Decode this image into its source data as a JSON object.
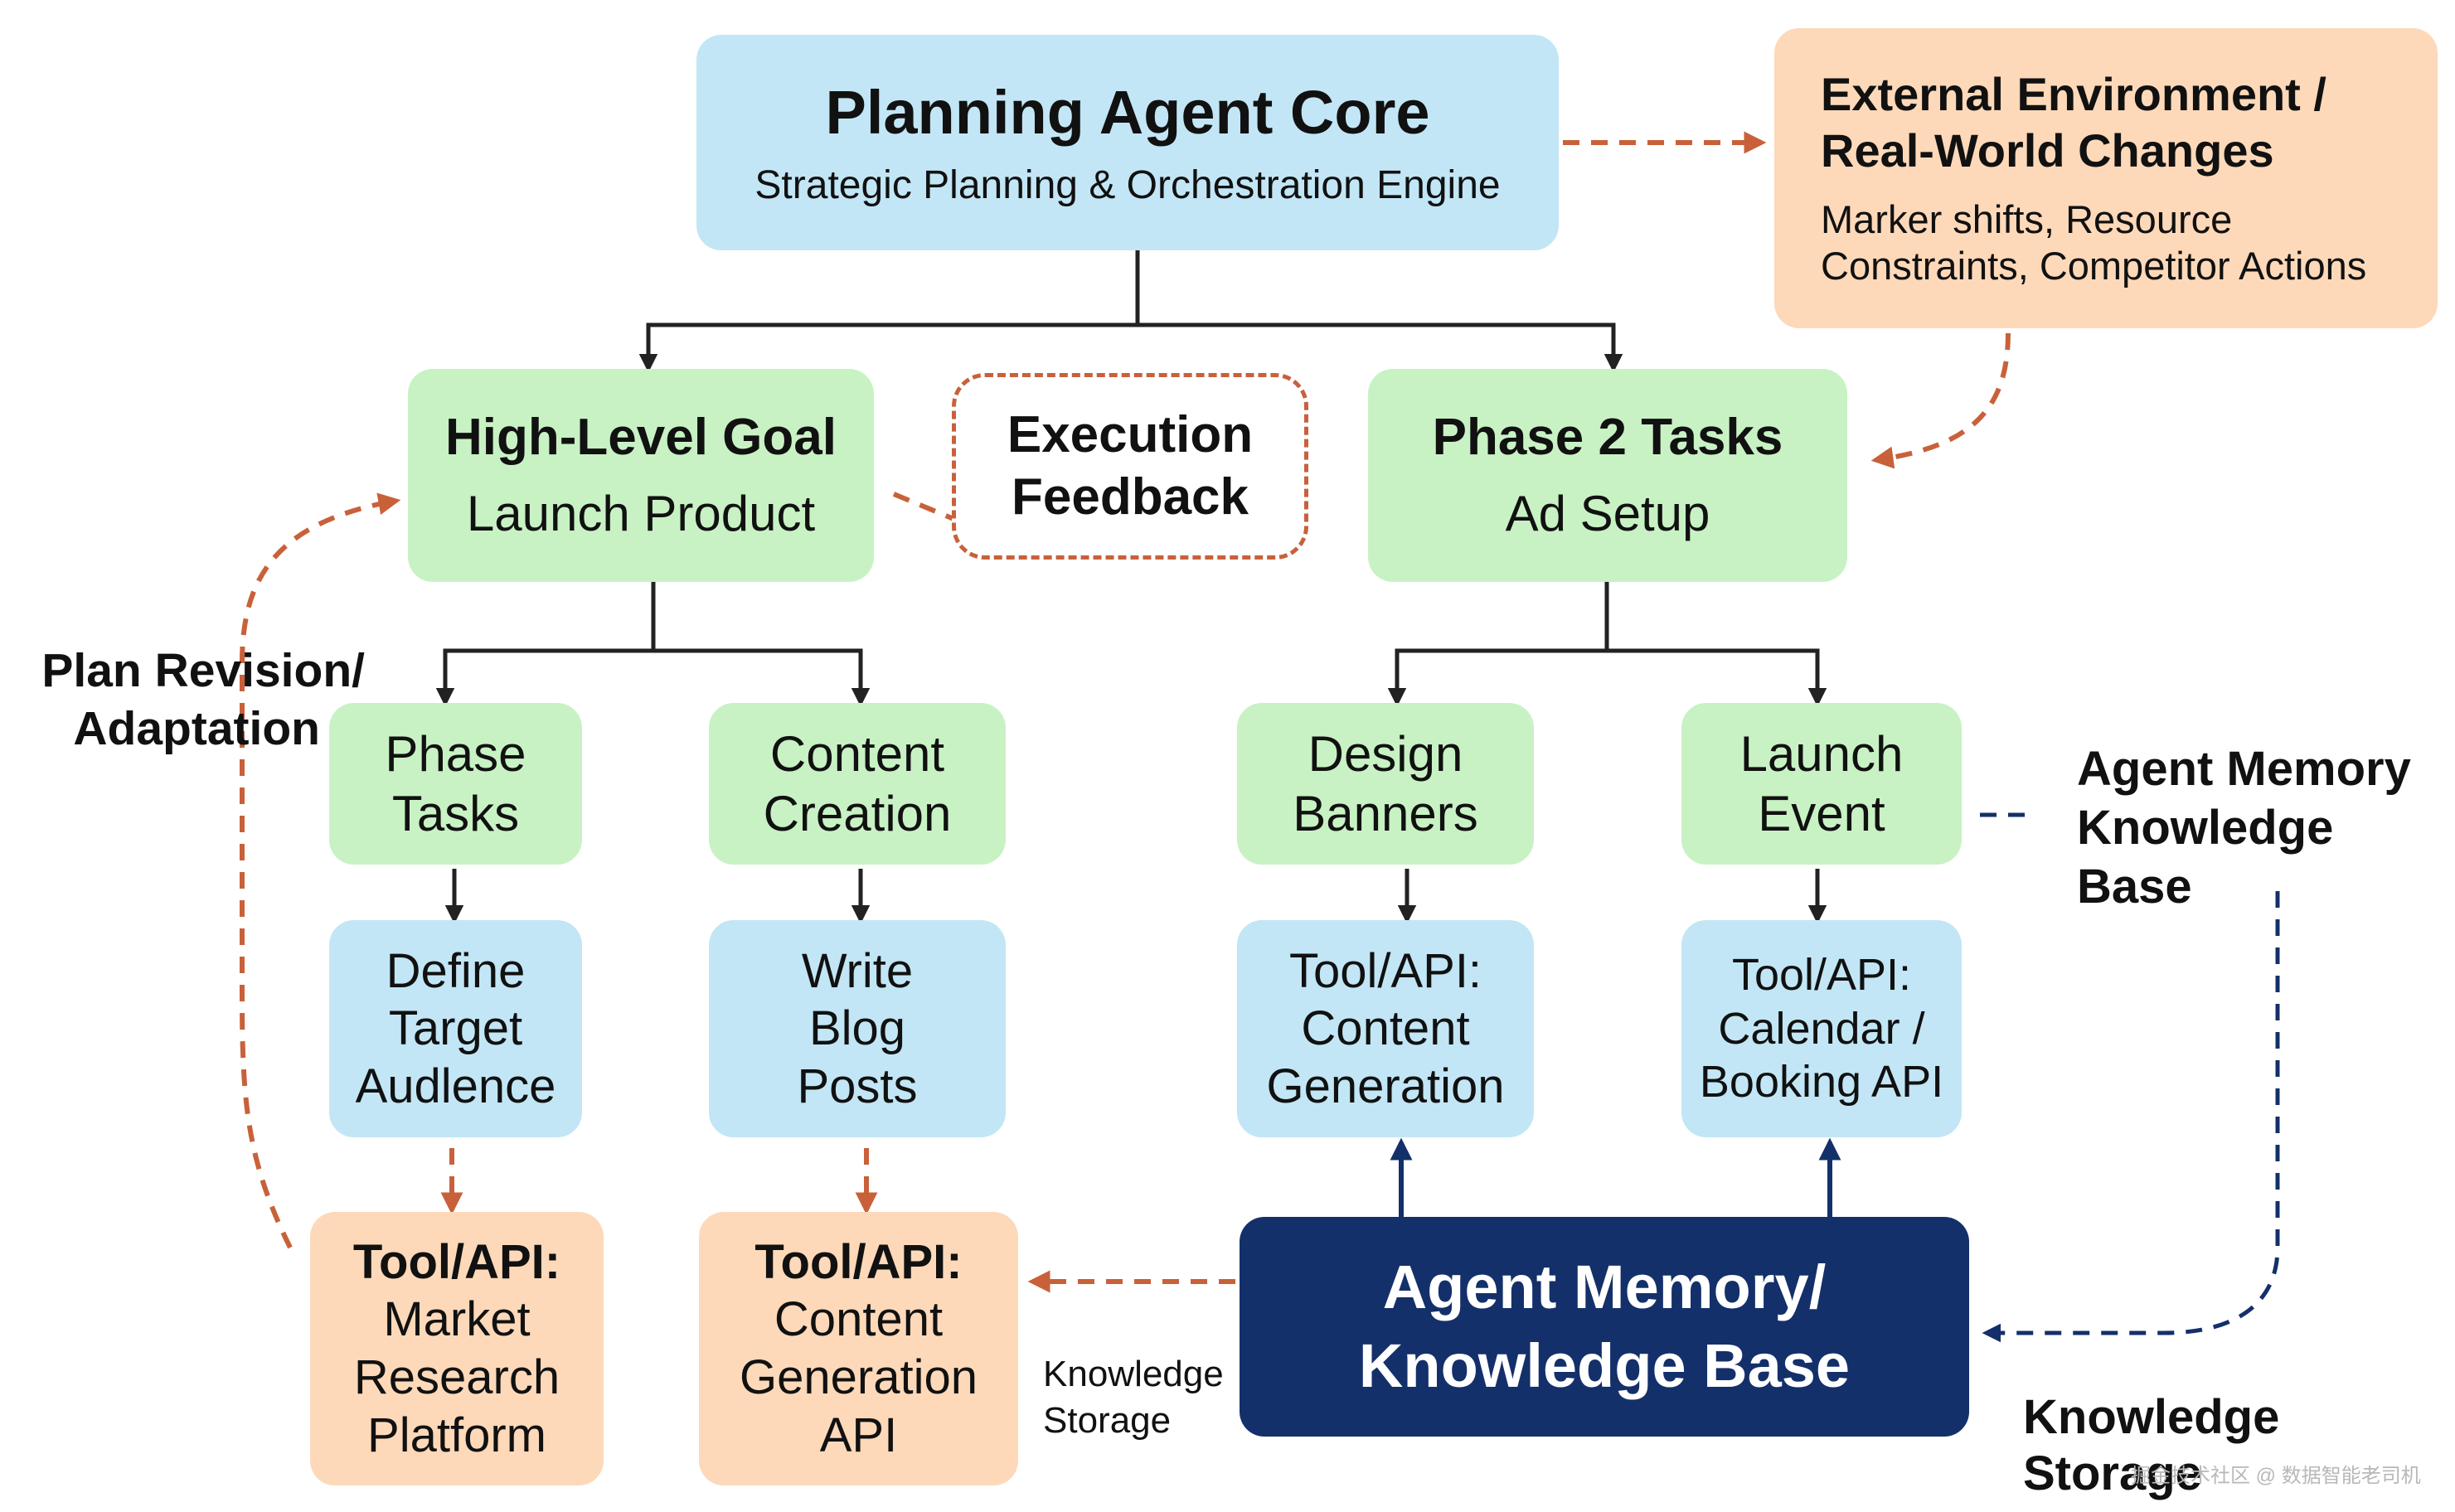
{
  "nodes": {
    "core": {
      "title": "Planning Agent Core",
      "subtitle": "Strategic Planning & Orchestration Engine"
    },
    "external": {
      "title_1": "External Environment /",
      "title_2": "Real-World Changes",
      "desc_1": "Marker shifts, Resource",
      "desc_2": "Constraints, Competitor Actions"
    },
    "goal": {
      "title": "High-Level Goal",
      "subtitle": "Launch Product"
    },
    "feedback": {
      "line_1": "Execution",
      "line_2": "Feedback"
    },
    "phase2": {
      "title": "Phase 2 Tasks",
      "subtitle": "Ad Setup"
    },
    "phase_tasks": {
      "line_1": "Phase",
      "line_2": "Tasks"
    },
    "content_creation": {
      "line_1": "Content",
      "line_2": "Creation"
    },
    "design_banners": {
      "line_1": "Design",
      "line_2": "Banners"
    },
    "launch_event": {
      "line_1": "Launch",
      "line_2": "Event"
    },
    "define_target": {
      "line_1": "Define",
      "line_2": "Target",
      "line_3": "Audlence"
    },
    "write_blog": {
      "line_1": "Write",
      "line_2": "Blog",
      "line_3": "Posts"
    },
    "tool_content_gen": {
      "line_1": "Tool/API:",
      "line_2": "Content",
      "line_3": "Generation"
    },
    "tool_calendar": {
      "line_1": "Tool/API:",
      "line_2": "Calendar /",
      "line_3": "Booking API"
    },
    "tool_market": {
      "line_1": "Tool/API:",
      "line_2": "Market",
      "line_3": "Research",
      "line_4": "Platform"
    },
    "tool_content_api": {
      "line_1": "Tool/API:",
      "line_2": "Content",
      "line_3": "Generation",
      "line_4": "API"
    },
    "memory": {
      "line_1": "Agent Memory/",
      "line_2": "Knowledge Base"
    }
  },
  "labels": {
    "plan_revision": {
      "line_1": "Plan Revision/",
      "line_2": "Adaptation"
    },
    "agent_memory_kb": {
      "line_1": "Agent Memory",
      "line_2": "Knowledge",
      "line_3": "Base"
    },
    "knowledge_storage_small": {
      "line_1": "Knowledge",
      "line_2": "Storage"
    },
    "knowledge_storage_bold": {
      "line_1": "Knowledge",
      "line_2": "Storage"
    },
    "watermark": "掘金技术社区 @ 数据智能老司机"
  },
  "colors": {
    "blue_node": "#c2e6f5",
    "green_node": "#c8f2c4",
    "orange_node": "#fdd9b9",
    "navy_node": "#14306a",
    "solid_arrow": "#222222",
    "feedback_dashed": "#c8613a",
    "memory_dashed": "#14306a"
  }
}
